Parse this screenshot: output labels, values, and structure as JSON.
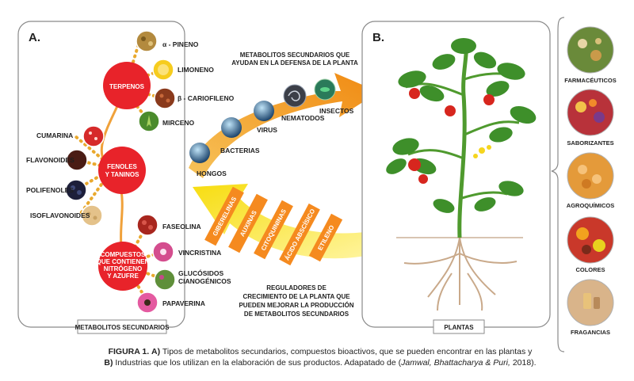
{
  "panel_a": {
    "letter": "A.",
    "footer": "METABOLITOS SECUNDARIOS",
    "groups": {
      "terpenos": [
        "TERPENOS"
      ],
      "fenoles": [
        "FENOLES",
        "Y TANINOS"
      ],
      "compuestos": [
        "COMPUESTOS",
        "QUE CONTIENEN",
        "NITRÓGENO",
        "Y AZUFRE"
      ]
    },
    "terpenos_items": [
      "α - PINENO",
      "LIMONENO",
      "β - CARIOFILENO",
      "MIRCENO"
    ],
    "fenoles_items": [
      "CUMARINA",
      "FLAVONOIDES",
      "POLIFENOLES",
      "ISOFLAVONOIDES"
    ],
    "compuestos_items": [
      "FASEOLINA",
      "VINCRISTINA",
      "GLUCÓSIDOS",
      "CIANOGÉNICOS",
      "PAPAVERINA"
    ]
  },
  "defense": {
    "title": [
      "METABOLITOS SECUNDARIOS QUE",
      "AYUDAN EN LA DEFENSA DE LA PLANTA"
    ],
    "pathogens": [
      "HONGOS",
      "BACTERIAS",
      "VIRUS",
      "NEMATODOS",
      "INSECTOS"
    ]
  },
  "regulators": {
    "items": [
      "GIBERELINAS",
      "AUXINAS",
      "CITOQUININAS",
      "ÁCIDO ABSCÍSICO",
      "ETILENO"
    ],
    "caption": [
      "REGULADORES DE",
      "CRECIMIENTO DE LA PLANTA QUE",
      "PUEDEN MEJORAR LA PRODUCCIÓN",
      "DE METABOLITOS SECUNDARIOS"
    ]
  },
  "panel_b": {
    "letter": "B.",
    "footer": "PLANTAS"
  },
  "industries": [
    "FARMACÉUTICOS",
    "SABORIZANTES",
    "AGROQUÍMICOS",
    "COLORES",
    "FRAGANCIAS"
  ],
  "figure_caption": {
    "label": "FIGURA 1.",
    "a_marker": "A)",
    "a_text": "Tipos de metabolitos secundarios, compuestos bioactivos, que se pueden encontrar en las plantas y",
    "b_marker": "B)",
    "b_text": "Industrias que los utilizan en la elaboración de sus productos. Adapatado de (",
    "citation": "Jamwal, Bhattacharya & Puri,",
    "year": "2018)."
  },
  "colors": {
    "red_circle": "#e8232a",
    "orange_arrow": "#f39a1e",
    "yellow_arrow": "#f7e11a",
    "regulator_orange": "#f58a1f",
    "box_border": "#888888",
    "stem_green": "#4f9a2e",
    "leaf_green": "#3e8f2a",
    "tomato_red": "#d7261e"
  }
}
